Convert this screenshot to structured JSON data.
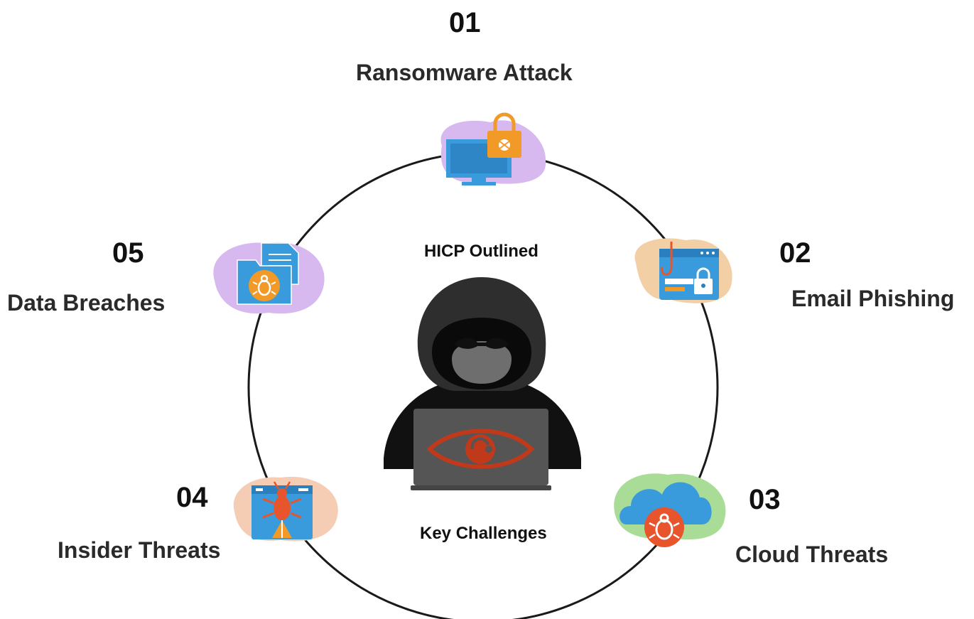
{
  "center": {
    "top_label": "HICP Outlined",
    "bottom_label": "Key Challenges"
  },
  "items": [
    {
      "number": "01",
      "label": "Ransomware Attack",
      "icon": "ransomware-monitor-lock-icon",
      "blob_color": "#d7b8ef"
    },
    {
      "number": "02",
      "label": "Email Phishing",
      "icon": "phishing-hook-lock-icon",
      "blob_color": "#f3cfa6"
    },
    {
      "number": "03",
      "label": "Cloud Threats",
      "icon": "cloud-bug-icon",
      "blob_color": "#a9dc96"
    },
    {
      "number": "04",
      "label": "Insider Threats",
      "icon": "insider-bug-window-icon",
      "blob_color": "#f5cdb4"
    },
    {
      "number": "05",
      "label": "Data Breaches",
      "icon": "folder-bug-icon",
      "blob_color": "#d7b8ef"
    }
  ],
  "colors": {
    "icon_blue": "#3a9bdc",
    "icon_orange": "#f19a27",
    "icon_red": "#e8542b",
    "eye_red": "#c0391b"
  }
}
